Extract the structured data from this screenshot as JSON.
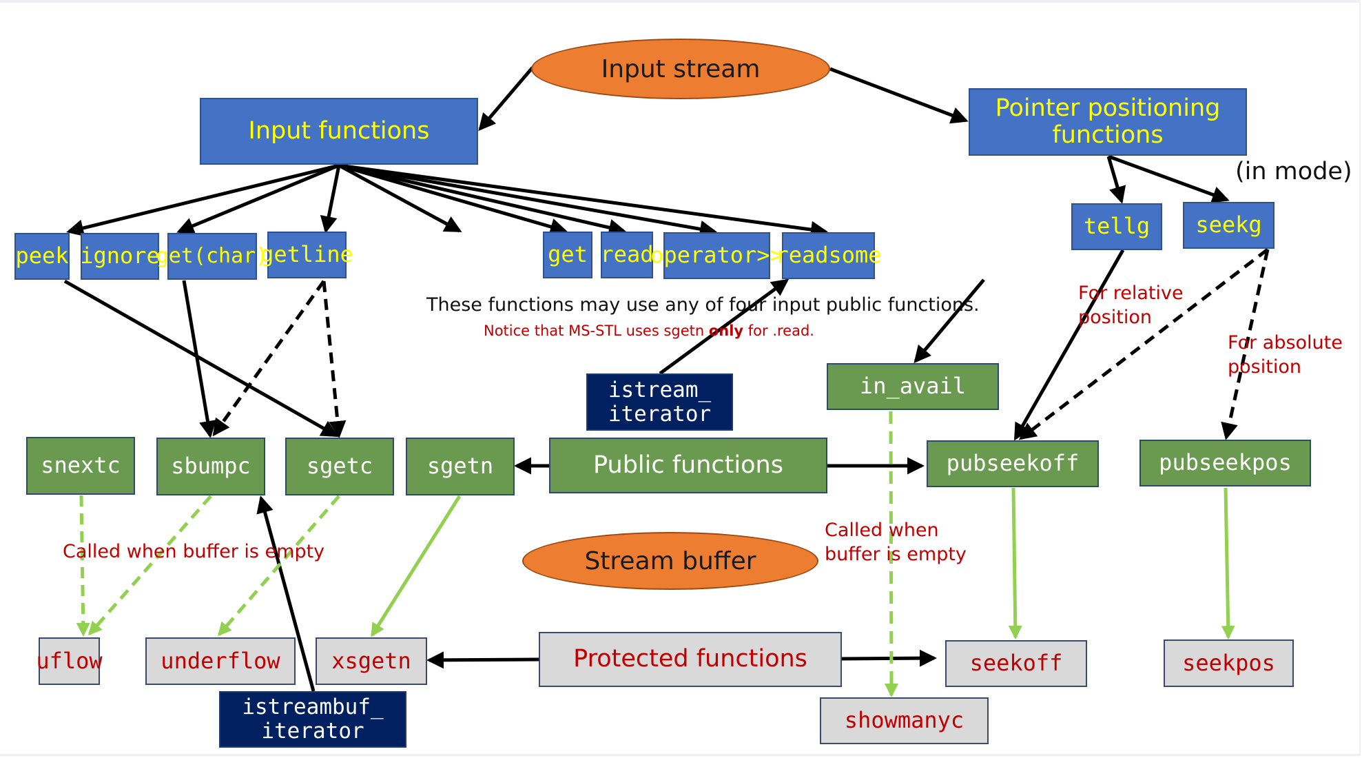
{
  "diagram": {
    "input_stream": "Input stream",
    "stream_buffer": "Stream buffer",
    "input_functions": "Input functions",
    "pointer_positioning": [
      "Pointer positioning",
      "functions"
    ],
    "in_mode": "(in mode)",
    "input_function_list": [
      "peek",
      "ignore",
      "get(char)",
      "getline",
      "get",
      "read",
      "operator>>",
      "readsome"
    ],
    "positioning_functions": [
      "tellg",
      "seekg"
    ],
    "note_main": "These functions may use any of four input public functions.",
    "note_red_prefix": "Notice that MS-STL uses sgetn ",
    "note_red_bold": "only",
    "note_red_suffix": " for .read.",
    "istream_iterator": [
      "istream_",
      "iterator"
    ],
    "istreambuf_iterator": [
      "istreambuf_",
      "iterator"
    ],
    "in_avail": "in_avail",
    "public_functions_label": "Public functions",
    "public_functions": [
      "snextc",
      "sbumpc",
      "sgetc",
      "sgetn",
      "pubseekoff",
      "pubseekpos"
    ],
    "protected_functions_label": "Protected functions",
    "protected_functions": [
      "uflow",
      "underflow",
      "xsgetn",
      "seekoff",
      "seekpos",
      "showmanyc"
    ],
    "for_relative": [
      "For relative",
      "position"
    ],
    "for_absolute": [
      "For absolute",
      "position"
    ],
    "called_when_left": "Called when buffer is empty",
    "called_when_right": [
      "Called when",
      "buffer is empty"
    ]
  },
  "colors": {
    "input_box": "#4472c4",
    "input_text": "#ffff00",
    "public_box": "#6a9a4f",
    "protected_box": "#d9d9d9",
    "protected_text": "#c00000",
    "iterator_box": "#002060",
    "ellipse": "#ed7d31",
    "green_arrow": "#92d050"
  }
}
